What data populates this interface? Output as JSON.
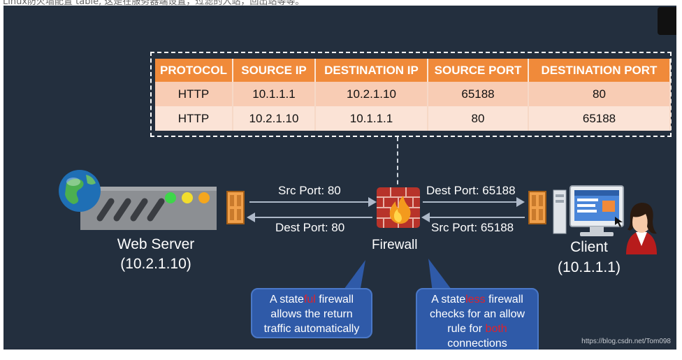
{
  "top_text": "Linux防火墙配置 table, 这是在服务器端设置，过滤的入站，回出站等等。",
  "table": {
    "headers": [
      "PROTOCOL",
      "SOURCE IP",
      "DESTINATION IP",
      "SOURCE PORT",
      "DESTINATION PORT"
    ],
    "rows": [
      [
        "HTTP",
        "10.1.1.1",
        "10.2.1.10",
        "65188",
        "80"
      ],
      [
        "HTTP",
        "10.2.1.10",
        "10.1.1.1",
        "80",
        "65188"
      ]
    ]
  },
  "web_server": {
    "name": "Web Server",
    "ip": "(10.2.1.10)"
  },
  "client": {
    "name": "Client",
    "ip": "(10.1.1.1)"
  },
  "firewall": {
    "name": "Firewall"
  },
  "arrows": {
    "left_top": "Src Port: 80",
    "left_bottom": "Dest Port: 80",
    "right_top": "Dest Port: 65188",
    "right_bottom": "Src Port: 65188"
  },
  "bubble_stateful": {
    "pre": "A state",
    "hl": "ful",
    "post": " firewall",
    "line2": "allows the return",
    "line3": "traffic automatically"
  },
  "bubble_stateless": {
    "pre": "A state",
    "hl": "less",
    "post": " firewall",
    "line2": "checks for an allow",
    "line3_pre": "rule for ",
    "line3_hl": "both",
    "line4": "connections"
  },
  "watermark": "https://blog.csdn.net/Tom098",
  "colors": {
    "slide_bg": "#232f3e",
    "header_orange": "#f08a3a",
    "bubble_blue": "#2f5aa8",
    "highlight_red": "#e0212b"
  }
}
